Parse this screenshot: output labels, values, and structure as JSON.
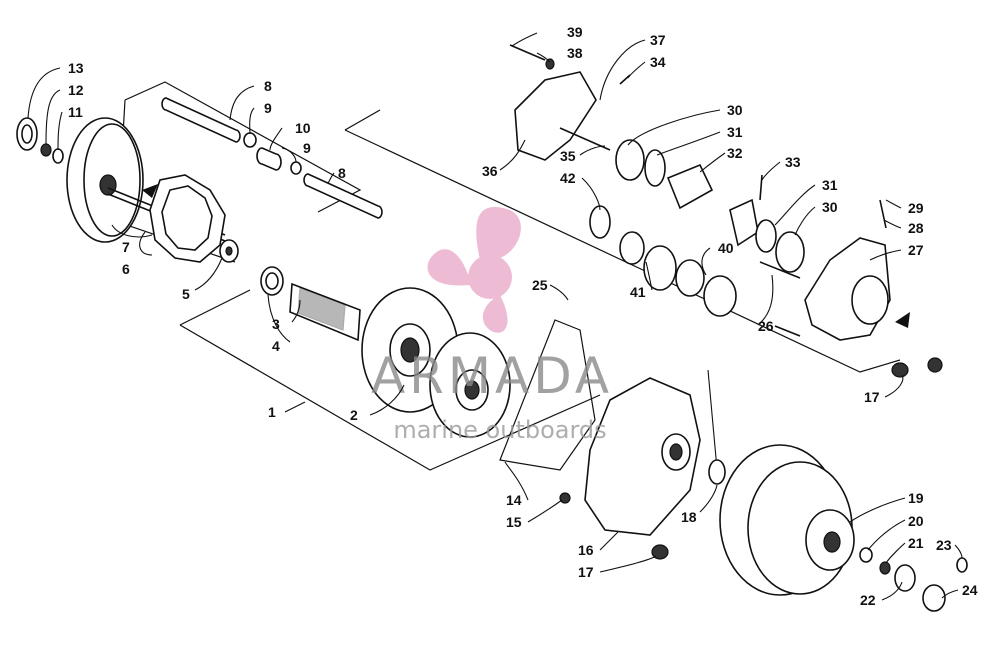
{
  "watermark": {
    "brand": "ARMADA",
    "tagline": "marine outboards",
    "logo_color": "#e8a6c6",
    "text_color": "#8a8a8a"
  },
  "callouts": [
    "13",
    "12",
    "11",
    "7",
    "6",
    "5",
    "8",
    "9",
    "10",
    "9",
    "8",
    "3",
    "4",
    "1",
    "2",
    "39",
    "38",
    "37",
    "34",
    "36",
    "35",
    "30",
    "31",
    "32",
    "33",
    "42",
    "31",
    "30",
    "29",
    "28",
    "27",
    "40",
    "41",
    "25",
    "26",
    "17",
    "14",
    "15",
    "18",
    "16",
    "17",
    "19",
    "20",
    "21",
    "23",
    "22",
    "24"
  ]
}
